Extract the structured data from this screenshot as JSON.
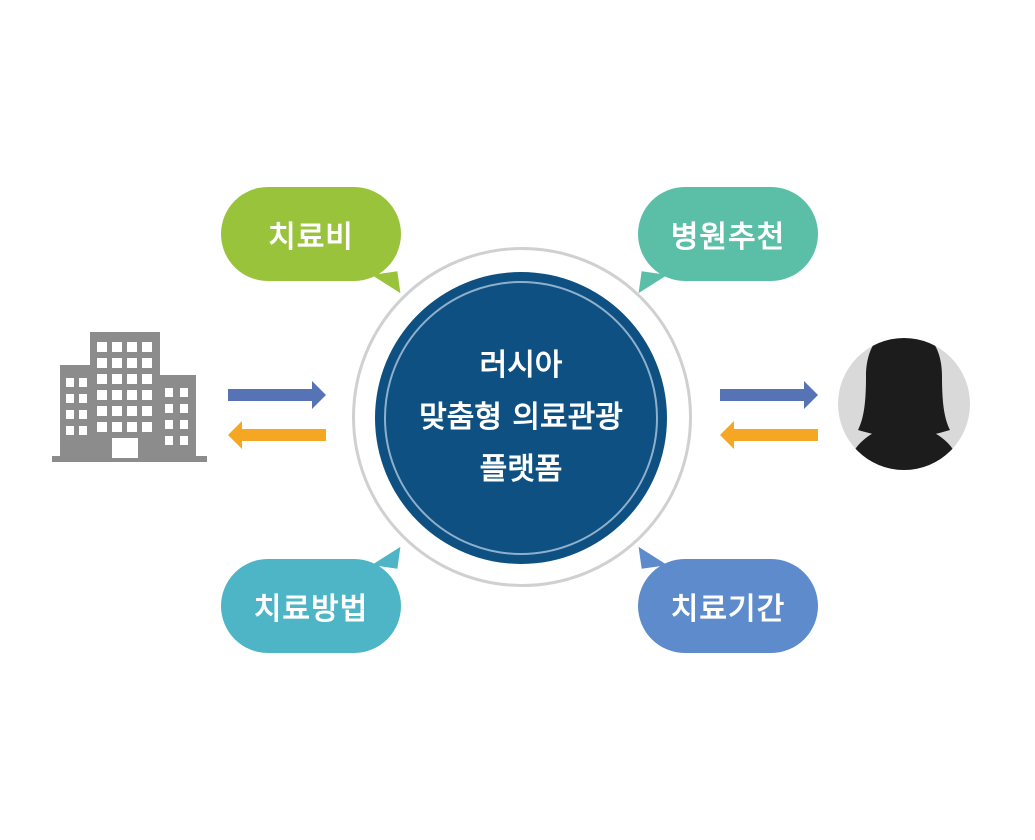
{
  "bubbles": {
    "top_left": "치료비",
    "top_right": "병원추천",
    "bottom_left": "치료방법",
    "bottom_right": "치료기간"
  },
  "center": {
    "line1": "러시아",
    "line2": "맞춤형 의료관광",
    "line3": "플랫폼"
  },
  "icons": {
    "left": "building-icon",
    "right": "person-silhouette-icon"
  },
  "colors": {
    "arrow_right": "#5573b5",
    "arrow_left": "#f5a623",
    "center": "#0d5081"
  }
}
